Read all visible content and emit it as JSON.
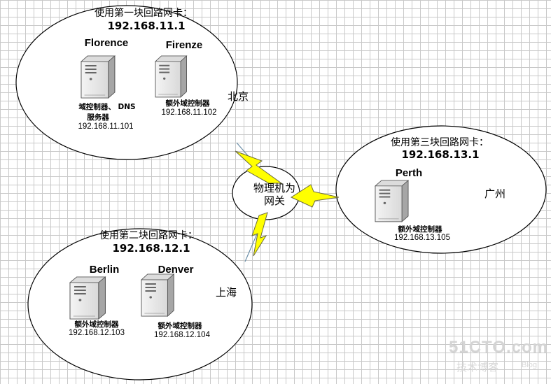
{
  "networks": [
    {
      "caption": "使用第一块回路网卡：",
      "gateway_ip": "192.168.11.1",
      "city": "北京",
      "servers": [
        {
          "name": "Florence",
          "role_line1": "域控制器、 DNS",
          "role_line2": "服务器",
          "ip": "192.168.11.101"
        },
        {
          "name": "Firenze",
          "role_line1": "额外域控制器",
          "ip": "192.168.11.102"
        }
      ]
    },
    {
      "caption": "使用第二块回路网卡：",
      "gateway_ip": "192.168.12.1",
      "city": "上海",
      "servers": [
        {
          "name": "Berlin",
          "role_line1": "额外域控制器",
          "ip": "192.168.12.103"
        },
        {
          "name": "Denver",
          "role_line1": "额外域控制器",
          "ip": "192.168.12.104"
        }
      ]
    },
    {
      "caption": "使用第三块回路网卡：",
      "gateway_ip": "192.168.13.1",
      "city": "广州",
      "servers": [
        {
          "name": "Perth",
          "role_line1": "额外域控制器",
          "ip": "192.168.13.105"
        }
      ]
    }
  ],
  "gateway": {
    "line1": "物理机为",
    "line2": "网关"
  },
  "watermark": {
    "line1": "51CTO.com",
    "line2": "技术博客",
    "line3": "Blog"
  },
  "colors": {
    "lightning": "#ffff00",
    "link": "#6c8fa8",
    "server_body": "#ececec"
  },
  "icons": [
    "server-icon",
    "lightning-icon"
  ]
}
